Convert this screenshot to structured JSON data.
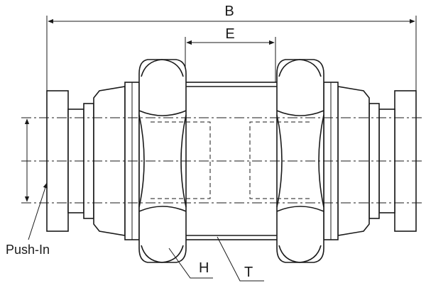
{
  "labels": {
    "dim_b": "B",
    "dim_e": "E",
    "push_in": "Push-In",
    "hex": "H",
    "thread": "T"
  }
}
